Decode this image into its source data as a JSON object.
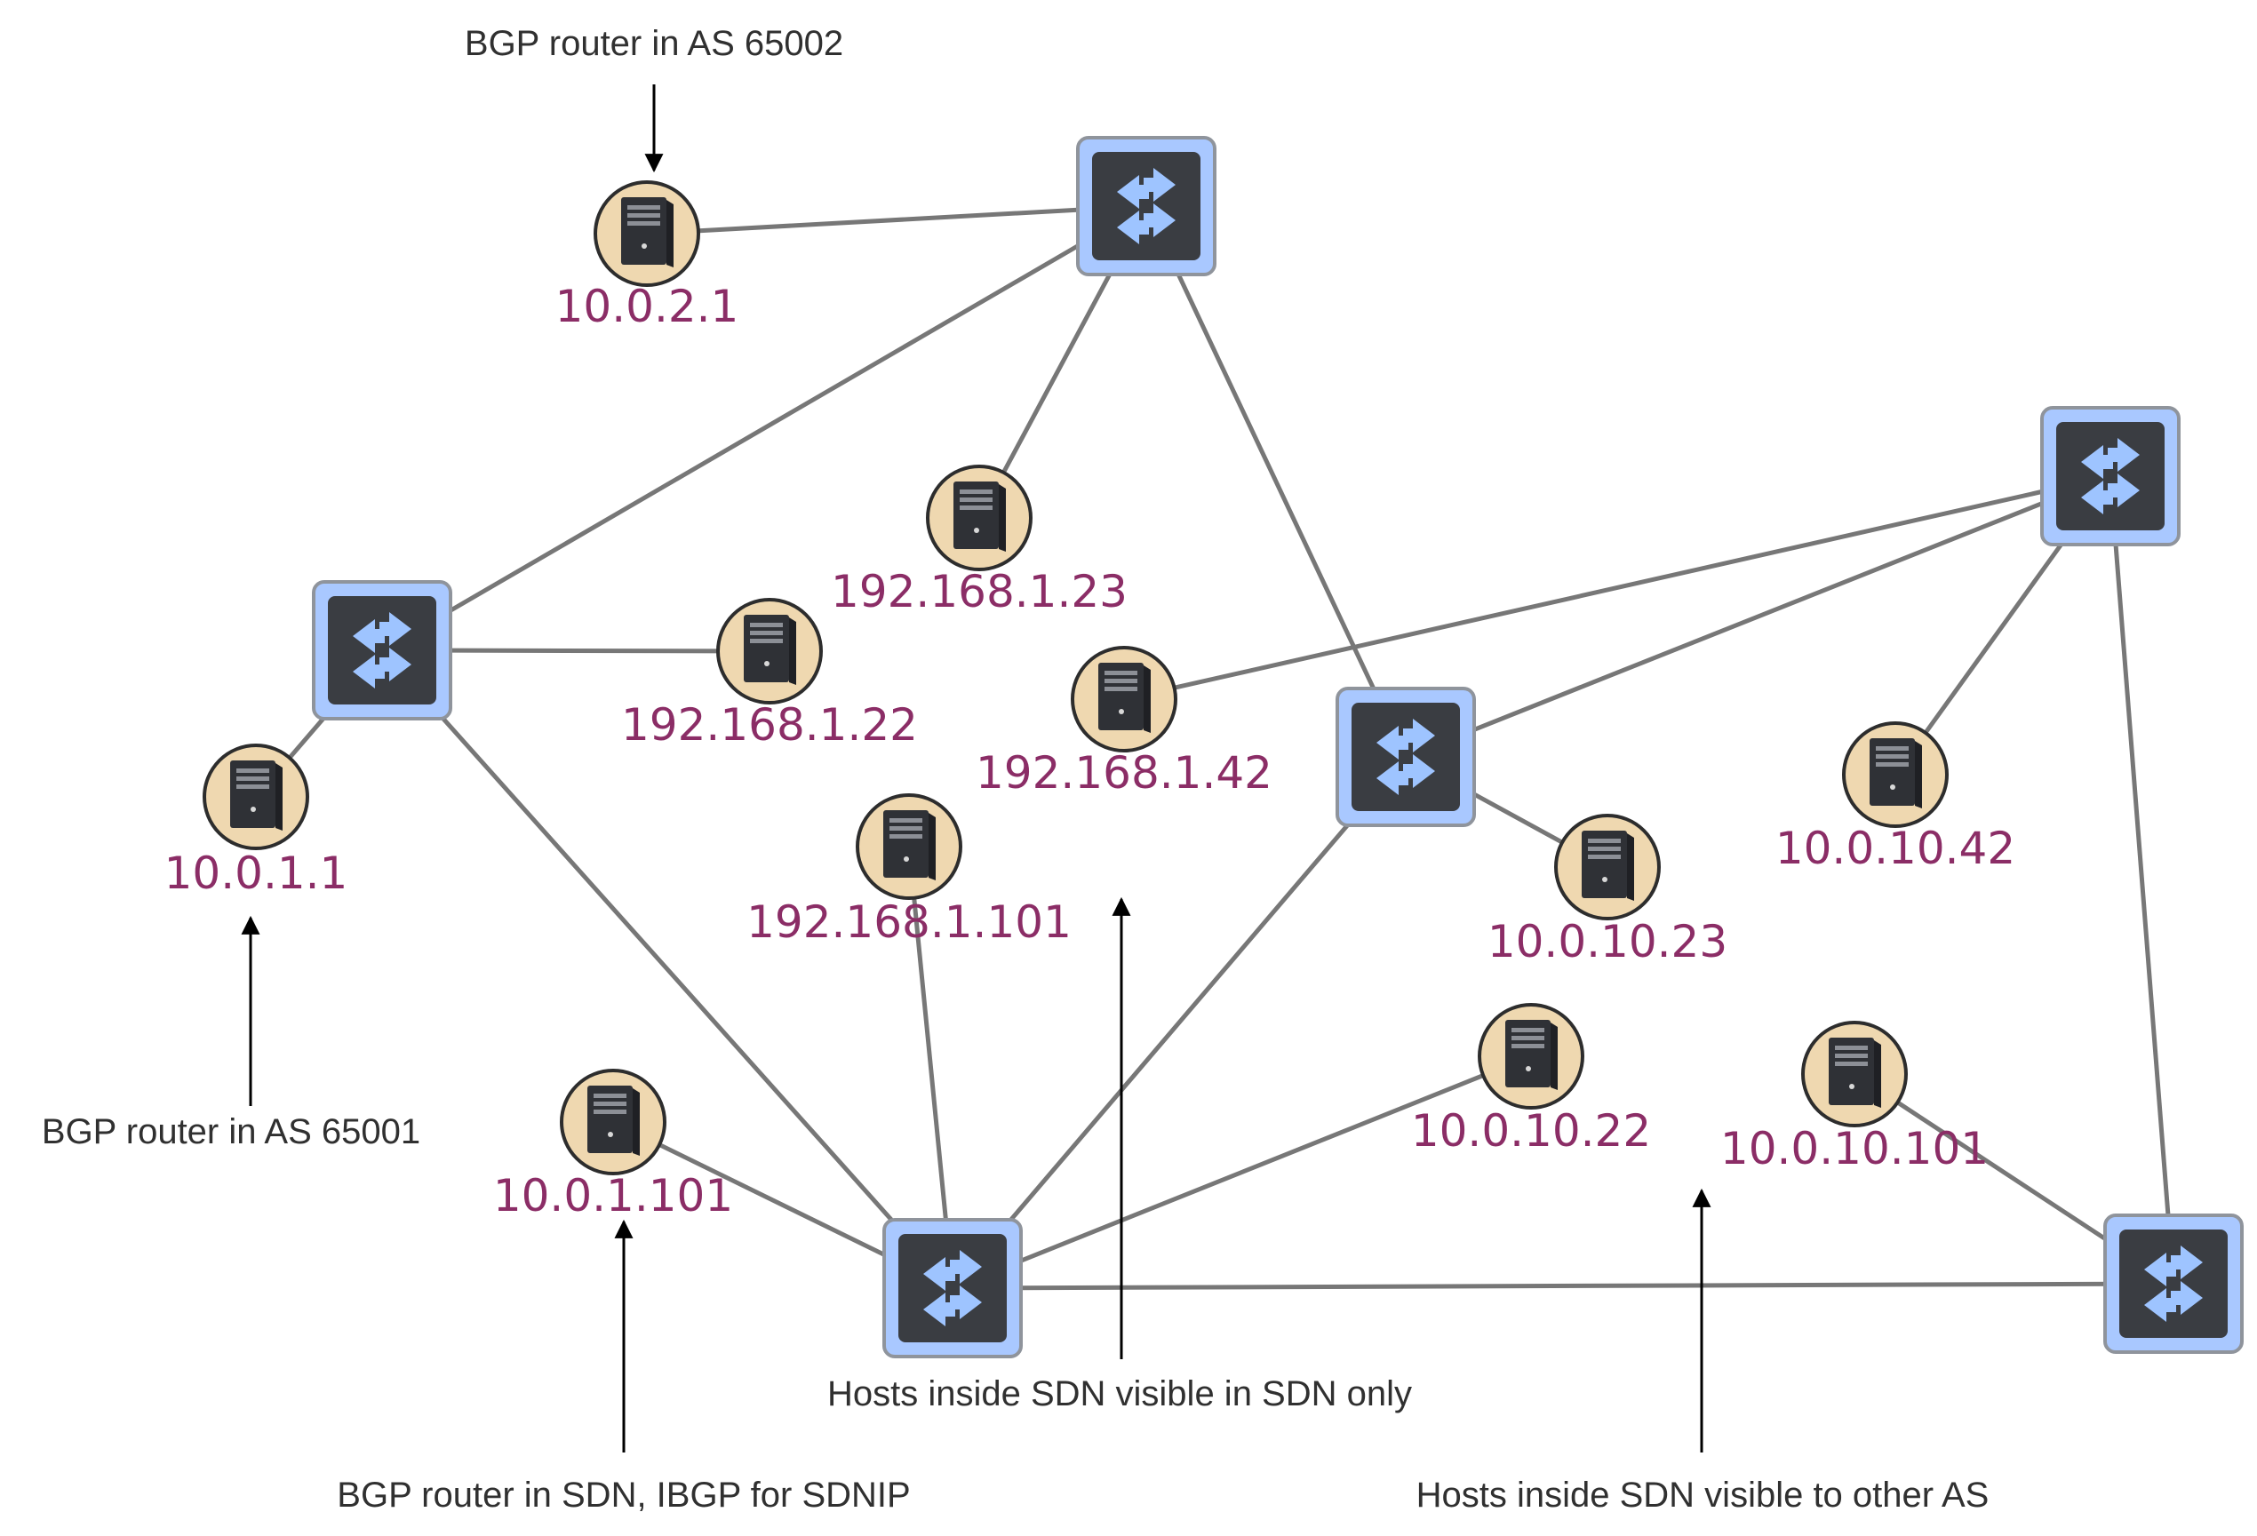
{
  "colors": {
    "link": "#777777",
    "arrow": "#000000",
    "switch_frame": "#a9c8ff",
    "switch_frame_border": "#8f949c",
    "switch_body": "#3a3d42",
    "switch_arrows": "#9ec4ff",
    "host_circle": "#efd8b0",
    "host_circle_border": "#2d2d2d",
    "host_tower": "#2f3136",
    "host_label": "#8b2d66",
    "annotation_text": "#303030"
  },
  "icons": {
    "switch": "sdn-switch-icon",
    "host": "host-server-icon"
  },
  "switches": [
    {
      "id": "s1"
    },
    {
      "id": "s2"
    },
    {
      "id": "s3"
    },
    {
      "id": "s4"
    },
    {
      "id": "s5"
    },
    {
      "id": "s6"
    }
  ],
  "hosts": [
    {
      "id": "h1",
      "label": "10.0.2.1"
    },
    {
      "id": "h2",
      "label": "192.168.1.23"
    },
    {
      "id": "h3",
      "label": "192.168.1.22"
    },
    {
      "id": "h4",
      "label": "192.168.1.42"
    },
    {
      "id": "h5",
      "label": "10.0.1.1"
    },
    {
      "id": "h6",
      "label": "192.168.1.101"
    },
    {
      "id": "h7",
      "label": "10.0.10.42"
    },
    {
      "id": "h8",
      "label": "10.0.10.23"
    },
    {
      "id": "h9",
      "label": "10.0.1.101"
    },
    {
      "id": "h10",
      "label": "10.0.10.22"
    },
    {
      "id": "h11",
      "label": "10.0.10.101"
    }
  ],
  "links": [
    [
      "s1",
      "h1"
    ],
    [
      "s1",
      "s2"
    ],
    [
      "s1",
      "h2"
    ],
    [
      "s1",
      "s4"
    ],
    [
      "s2",
      "h3"
    ],
    [
      "s2",
      "h5"
    ],
    [
      "s2",
      "s5"
    ],
    [
      "s3",
      "h4"
    ],
    [
      "s3",
      "s4"
    ],
    [
      "s3",
      "h7"
    ],
    [
      "s3",
      "s6"
    ],
    [
      "s4",
      "h8"
    ],
    [
      "s4",
      "s5"
    ],
    [
      "s5",
      "h6"
    ],
    [
      "s5",
      "h9"
    ],
    [
      "s5",
      "h10"
    ],
    [
      "s5",
      "s6"
    ],
    [
      "s6",
      "h11"
    ]
  ],
  "annotations": [
    {
      "id": "a1",
      "text": "BGP router in AS 65002"
    },
    {
      "id": "a2",
      "text": "BGP router in AS 65001"
    },
    {
      "id": "a3",
      "text": "BGP router in SDN, IBGP for SDNIP"
    },
    {
      "id": "a4",
      "text": "Hosts inside SDN visible in SDN only"
    },
    {
      "id": "a5",
      "text": "Hosts inside SDN visible to other AS"
    }
  ]
}
